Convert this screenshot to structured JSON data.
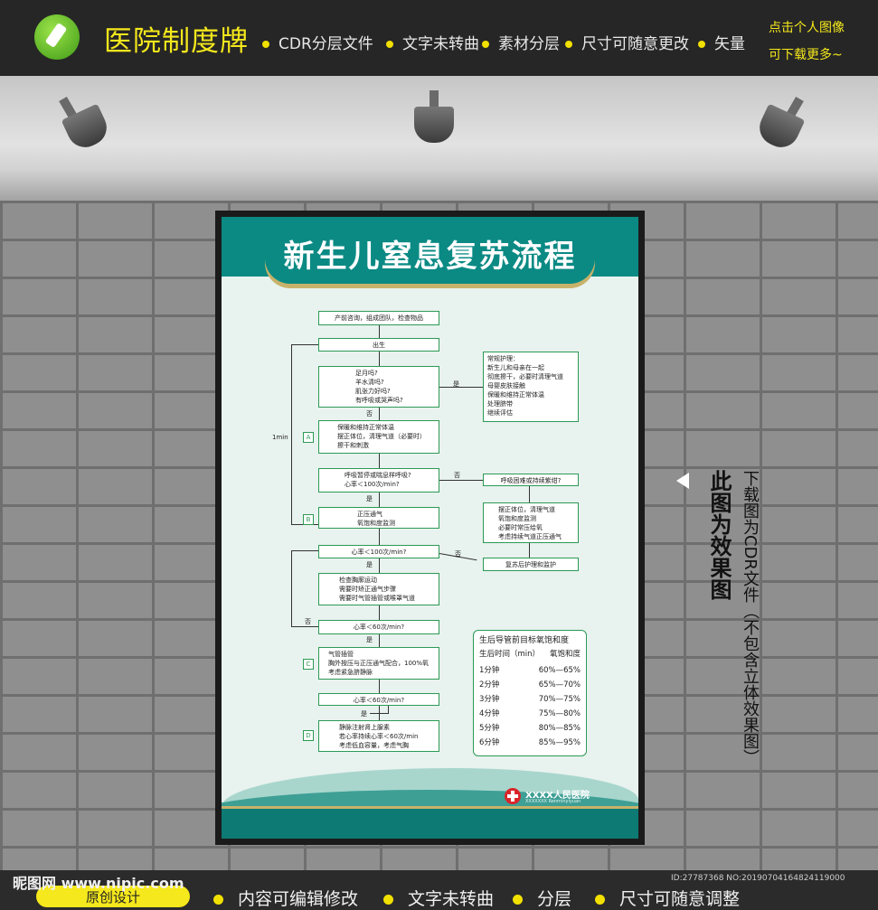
{
  "header": {
    "brand": "医院制度牌",
    "features": [
      "CDR分层文件",
      "文字未转曲",
      "素材分层",
      "尺寸可随意更改",
      "矢量"
    ],
    "links": [
      "点击个人图像",
      "可下载更多~"
    ]
  },
  "poster": {
    "title": "新生儿窒息复苏流程",
    "flow": {
      "prenatal": "产前咨询，组成团队，检查物品",
      "birth": "出生",
      "assess": [
        "足月吗?",
        "羊水清吗?",
        "肌张力好吗?",
        "有呼吸或哭声吗?"
      ],
      "yes": "是",
      "no": "否",
      "routine": [
        "常规护理：",
        "新生儿和母亲在一起",
        "彻底擦干，必要时清理气道",
        "母婴皮肤接触",
        "保暖和维持正常体温",
        "处理脐带",
        "继续评估"
      ],
      "oneMin": "1min",
      "stepA": [
        "保暖和维持正常体温",
        "摆正体位，清理气道（必要时）",
        "擦干和刺激"
      ],
      "apnea": [
        "呼吸暂停或喘息样呼吸?",
        "心率＜100次/min?"
      ],
      "distress": "呼吸困难或持续紫绀?",
      "stepB": [
        "正压通气",
        "氧饱和度监测"
      ],
      "distressCare": [
        "摆正体位，清理气道",
        "氧饱和度监测",
        "必要时常压给氧",
        "考虑持续气道正压通气"
      ],
      "hr100": "心率＜100次/min?",
      "postCare": "复苏后护理和监护",
      "checkChest": [
        "检查胸廓运动",
        "需要时矫正通气步骤",
        "需要时气管插管或喉罩气道"
      ],
      "hr60a": "心率＜60次/min?",
      "stepC": [
        "气管插管",
        "胸外按压与正压通气配合，100%氧",
        "考虑紧急脐静脉"
      ],
      "hr60b": "心率＜60次/min?",
      "stepD": [
        "静脉注射肾上腺素",
        "若心率持续心率＜60次/min",
        "考虑低血容量，考虑气胸"
      ],
      "tags": [
        "A",
        "B",
        "C",
        "D"
      ]
    },
    "spo2": {
      "title": "生后导管前目标氧饱和度",
      "col1": "生后时间（min）",
      "col2": "氧饱和度",
      "rows": [
        [
          "1分钟",
          "60%—65%"
        ],
        [
          "2分钟",
          "65%—70%"
        ],
        [
          "3分钟",
          "70%—75%"
        ],
        [
          "4分钟",
          "75%—80%"
        ],
        [
          "5分钟",
          "80%—85%"
        ],
        [
          "6分钟",
          "85%—95%"
        ]
      ]
    },
    "hospital": {
      "name": "XXXX人民医院",
      "sub": "XXXXXXX Renminyiyuan"
    }
  },
  "side": {
    "bold": "此图为效果图",
    "note": "下载图为CDR文件（不包含立体效果图）"
  },
  "footer": {
    "watermark": "昵图网 www.nipic.com",
    "id": "ID:27787368 NO:20190704164824119000",
    "original": "原创设计",
    "features": [
      "内容可编辑修改",
      "文字未转曲",
      "分层",
      "尺寸可随意调整"
    ]
  }
}
